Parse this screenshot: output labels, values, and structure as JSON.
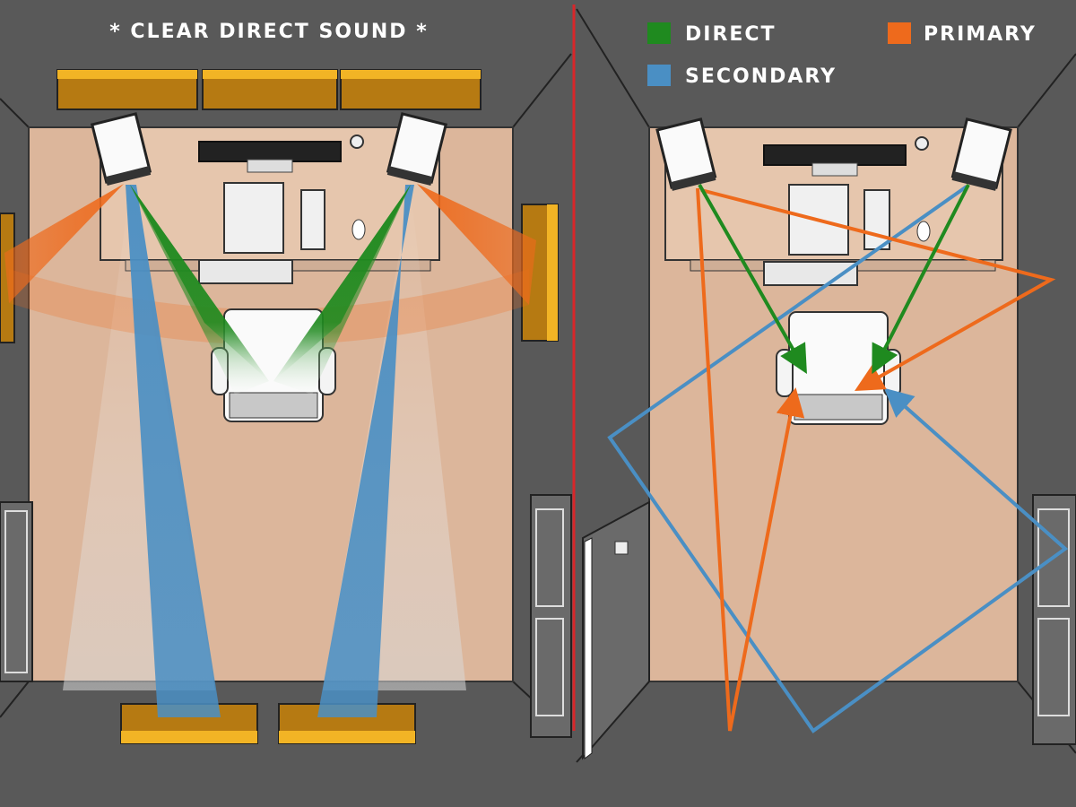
{
  "left_panel": {
    "title": "* CLEAR DIRECT SOUND *"
  },
  "right_panel": {
    "legend": [
      {
        "label": "DIRECT",
        "color": "#1f8a1f"
      },
      {
        "label": "PRIMARY",
        "color": "#ee6a1c"
      },
      {
        "label": "SECONDARY",
        "color": "#4a8fc4"
      }
    ]
  },
  "colors": {
    "wall": "#595959",
    "floor": "#dcb69b",
    "panel_wood": "#b67a12",
    "panel_face": "#f2b425",
    "divider": "#d8262a",
    "direct": "#1f8a1f",
    "primary": "#ee6a1c",
    "secondary": "#4a8fc4"
  }
}
